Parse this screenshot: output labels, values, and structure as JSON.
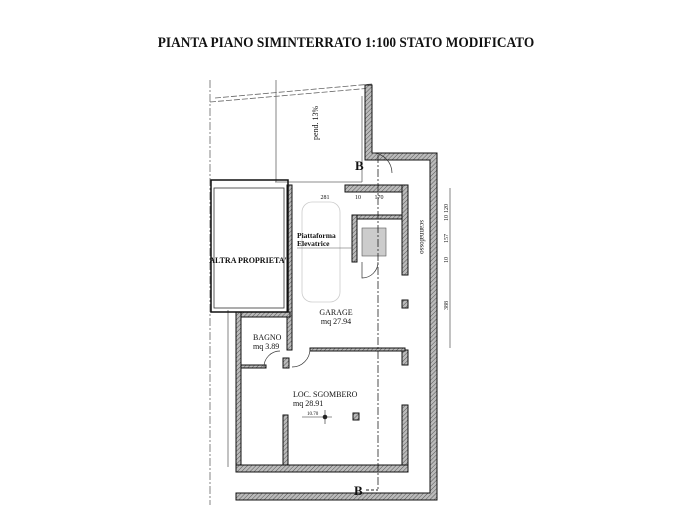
{
  "title": "PIANTA PIANO SIMINTERRATO 1:100 STATO MODIFICATO",
  "labels": {
    "slope": "pend. 13%",
    "section_top": "B",
    "section_bottom": "B",
    "other_property": "ALTRA PROPRIETA'",
    "platform_line1": "Piattaforma",
    "platform_line2": "Elevatrice",
    "garage_name": "GARAGE",
    "garage_area": "mq 27.94",
    "bath_name": "BAGNO",
    "bath_area": "mq 3.89",
    "storage_name": "LOC. SGOMBERO",
    "storage_area": "mq 28.91",
    "level": "10.70",
    "drain": "scannafosso"
  },
  "dimensions": {
    "top": [
      "281",
      "10",
      "170"
    ],
    "right": [
      "120",
      "10",
      "157",
      "10",
      "388"
    ]
  }
}
